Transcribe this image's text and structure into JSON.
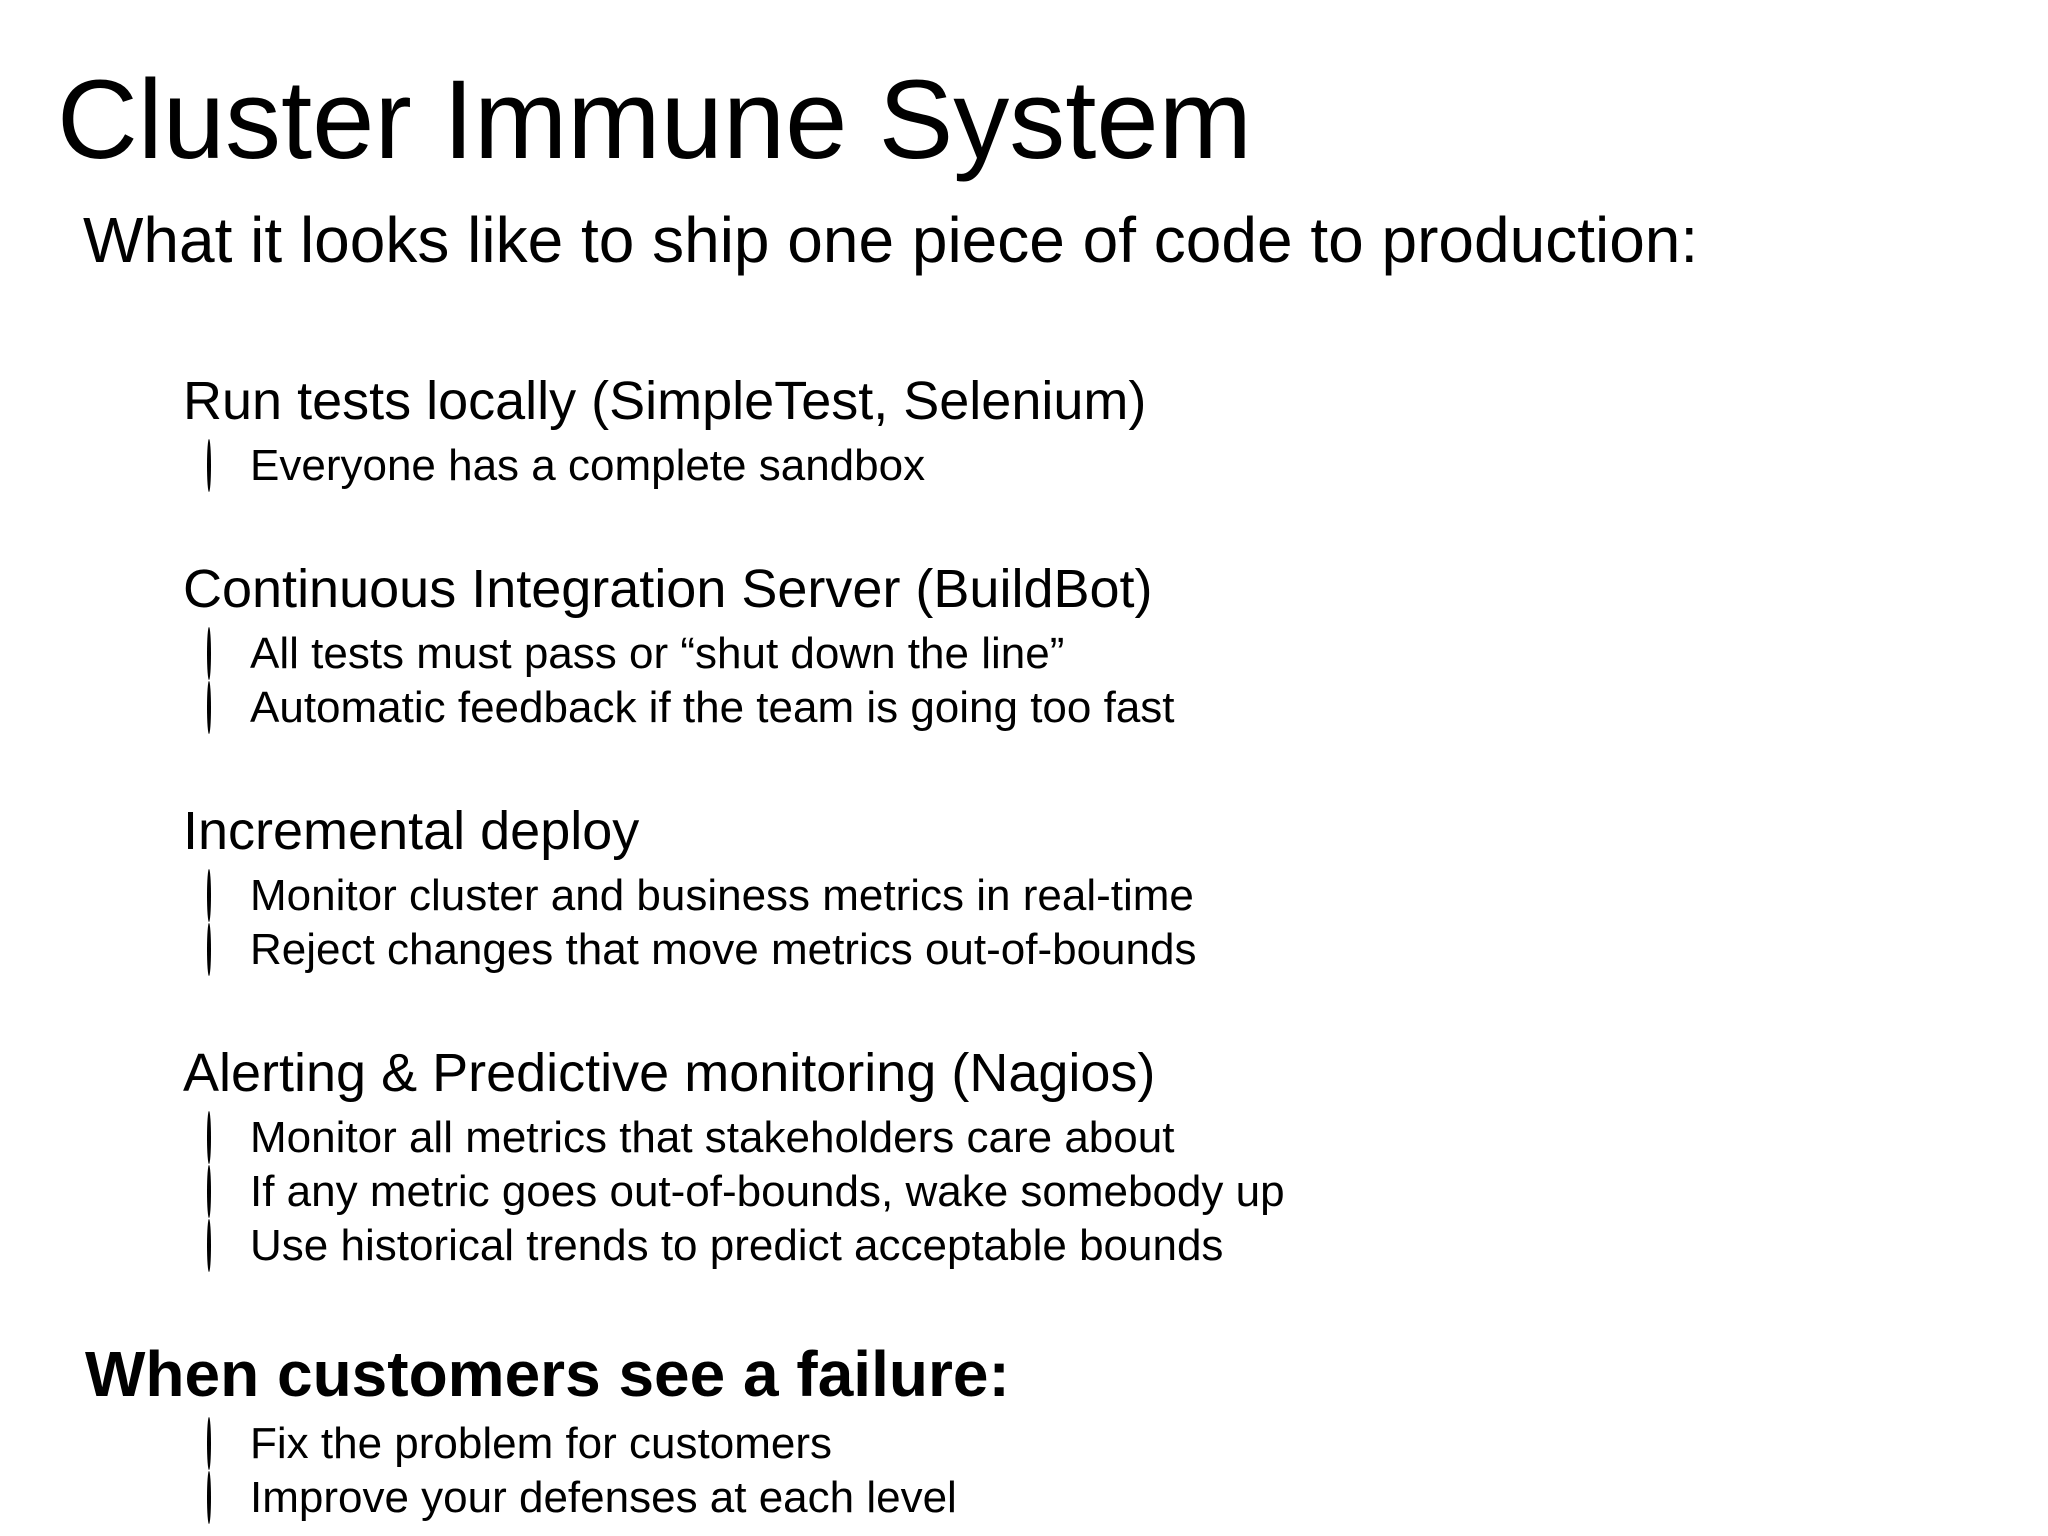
{
  "slide": {
    "background_color": "#ffffff",
    "text_color": "#000000",
    "title": "Cluster Immune System",
    "subtitle": "What it looks like to ship one piece of code to production:",
    "bullet_markers": {
      "level1": "•",
      "level2": "○"
    },
    "sections": [
      {
        "heading": "Run tests locally (SimpleTest, Selenium)",
        "subitems": [
          "Everyone has a complete sandbox"
        ]
      },
      {
        "heading": "Continuous Integration Server (BuildBot)",
        "subitems": [
          "All tests must pass or “shut down the line”",
          "Automatic feedback if the team is going too fast"
        ]
      },
      {
        "heading": "Incremental deploy",
        "subitems": [
          "Monitor cluster and business metrics in real-time",
          "Reject changes that move metrics out-of-bounds"
        ]
      },
      {
        "heading": "Alerting & Predictive monitoring (Nagios)",
        "subitems": [
          "Monitor all metrics that stakeholders care about",
          "If any metric goes out-of-bounds, wake somebody up",
          "Use historical trends to predict acceptable bounds"
        ]
      }
    ],
    "footer": {
      "heading": "When customers see a failure:",
      "subitems": [
        "Fix the problem for customers",
        "Improve your defenses at each level"
      ]
    }
  }
}
